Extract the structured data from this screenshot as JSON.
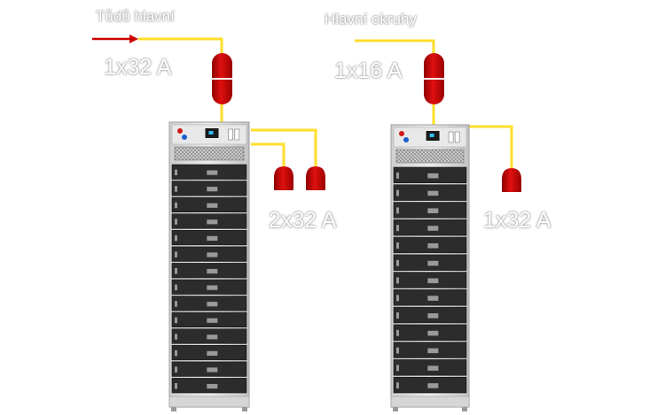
{
  "labels": {
    "mains_in": "Tůdů hlavní",
    "mains_in_rating": "1x32 A",
    "secondary_in": "Hlavní okruhy",
    "secondary_in_rating": "1x16 A",
    "outlets_left_rating": "2x32 A",
    "outlets_right_rating": "1x32 A"
  },
  "colors": {
    "wire": "#ffde2a",
    "plug": "#cc0000",
    "arrow": "#cc0000",
    "cabinet_body": "#e2e2e2",
    "module_dark": "#2c2c2c"
  }
}
